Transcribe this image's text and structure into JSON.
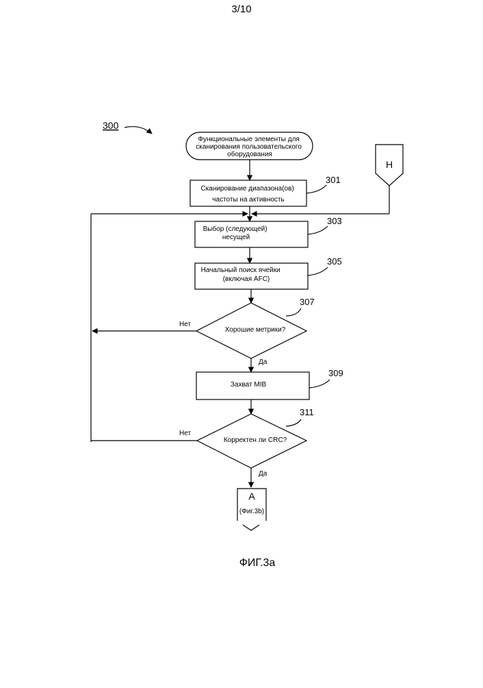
{
  "page_number": "3/10",
  "figure_ref": "300",
  "figure_caption": "ФИГ.3a",
  "connector_in": {
    "label": "H"
  },
  "connector_out": {
    "label": "A",
    "sub": "(Фиг.3b)"
  },
  "start": {
    "lines": [
      "Функциональные элементы для",
      "сканирования пользовательского",
      "оборудования"
    ]
  },
  "steps": [
    {
      "ref": "301",
      "lines": [
        "Сканирование диапазона(ов)",
        "частоты на активность"
      ]
    },
    {
      "ref": "303",
      "lines": [
        "Выбор (следующей)",
        "несущей"
      ]
    },
    {
      "ref": "305",
      "lines": [
        "Начальный поиск ячейки",
        "(включая AFC)"
      ]
    },
    {
      "ref": "309",
      "lines": [
        "Захват MIB"
      ]
    }
  ],
  "decisions": [
    {
      "ref": "307",
      "text": "Хорошие метрики?",
      "no": "Нет",
      "yes": "Да"
    },
    {
      "ref": "311",
      "text": "Корректен ли CRC?",
      "no": "Нет",
      "yes": "Да"
    }
  ]
}
